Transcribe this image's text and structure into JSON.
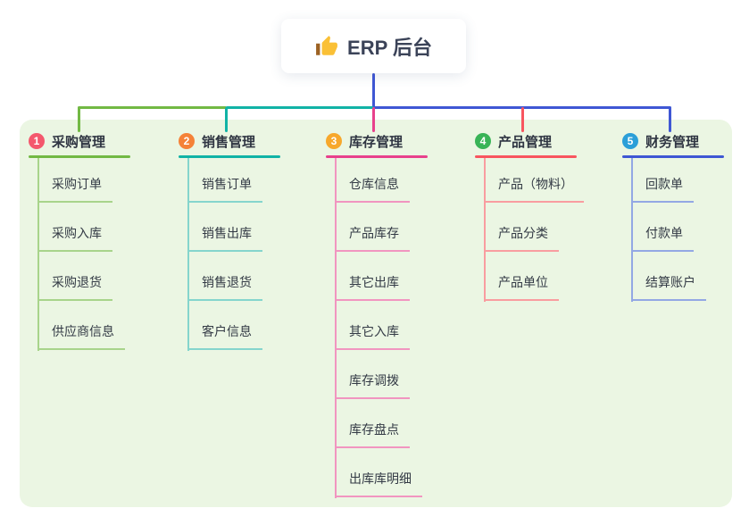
{
  "root": {
    "label": "ERP 后台",
    "icon": "thumbs-up-icon",
    "line_color": "#3f57d4"
  },
  "panel": {
    "background": "#ebf6e3"
  },
  "branches": [
    {
      "num": "1",
      "label": "采购管理",
      "badge_color": "#f4586d",
      "line_color": "#72b944",
      "light_color": "#a8d48b",
      "children": [
        "采购订单",
        "采购入库",
        "采购退货",
        "供应商信息"
      ]
    },
    {
      "num": "2",
      "label": "销售管理",
      "badge_color": "#f58238",
      "line_color": "#11b3a6",
      "light_color": "#85d5cd",
      "children": [
        "销售订单",
        "销售出库",
        "销售退货",
        "客户信息"
      ]
    },
    {
      "num": "3",
      "label": "库存管理",
      "badge_color": "#f7a82c",
      "line_color": "#e8418c",
      "light_color": "#f195c0",
      "children": [
        "仓库信息",
        "产品库存",
        "其它出库",
        "其它入库",
        "库存调拨",
        "库存盘点",
        "出库库明细"
      ]
    },
    {
      "num": "4",
      "label": "产品管理",
      "badge_color": "#39b457",
      "line_color": "#f8555f",
      "light_color": "#f99da0",
      "children": [
        "产品（物料）",
        "产品分类",
        "产品单位"
      ]
    },
    {
      "num": "5",
      "label": "财务管理",
      "badge_color": "#2b9fd8",
      "line_color": "#3f57d4",
      "light_color": "#93a8e4",
      "children": [
        "回款单",
        "付款单",
        "结算账户"
      ]
    }
  ]
}
